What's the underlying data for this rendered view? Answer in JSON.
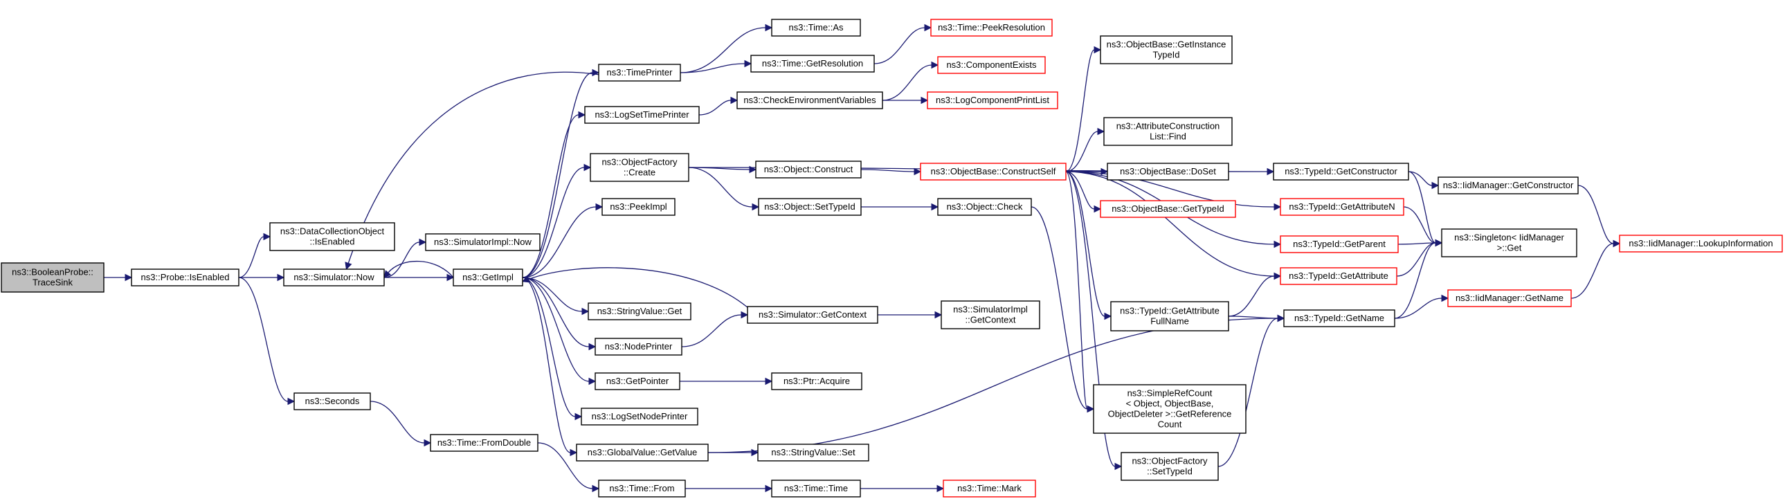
{
  "colors": {
    "edge": "#191970",
    "link_border": "#ff0000",
    "root_fill": "#bfbfbf",
    "border": "#000000"
  },
  "nodes": [
    {
      "id": "root",
      "lines": [
        "ns3::BooleanProbe::",
        "TraceSink"
      ],
      "style": "root"
    },
    {
      "id": "probe_isenabled",
      "lines": [
        "ns3::Probe::IsEnabled"
      ],
      "style": "normal"
    },
    {
      "id": "dco_isenabled",
      "lines": [
        "ns3::DataCollectionObject",
        "::IsEnabled"
      ],
      "style": "normal"
    },
    {
      "id": "sim_now",
      "lines": [
        "ns3::Simulator::Now"
      ],
      "style": "normal"
    },
    {
      "id": "simimpl_now",
      "lines": [
        "ns3::SimulatorImpl::Now"
      ],
      "style": "normal"
    },
    {
      "id": "seconds",
      "lines": [
        "ns3::Seconds"
      ],
      "style": "normal"
    },
    {
      "id": "time_fromdouble",
      "lines": [
        "ns3::Time::FromDouble"
      ],
      "style": "normal"
    },
    {
      "id": "time_from",
      "lines": [
        "ns3::Time::From"
      ],
      "style": "normal"
    },
    {
      "id": "time_time",
      "lines": [
        "ns3::Time::Time"
      ],
      "style": "normal"
    },
    {
      "id": "time_mark",
      "lines": [
        "ns3::Time::Mark"
      ],
      "style": "link"
    },
    {
      "id": "getimpl",
      "lines": [
        "ns3::GetImpl"
      ],
      "style": "normal"
    },
    {
      "id": "timeprinter",
      "lines": [
        "ns3::TimePrinter"
      ],
      "style": "normal"
    },
    {
      "id": "time_as",
      "lines": [
        "ns3::Time::As"
      ],
      "style": "normal"
    },
    {
      "id": "time_getres",
      "lines": [
        "ns3::Time::GetResolution"
      ],
      "style": "normal"
    },
    {
      "id": "time_peekres",
      "lines": [
        "ns3::Time::PeekResolution"
      ],
      "style": "link"
    },
    {
      "id": "logsettimeprinter",
      "lines": [
        "ns3::LogSetTimePrinter"
      ],
      "style": "normal"
    },
    {
      "id": "checkenv",
      "lines": [
        "ns3::CheckEnvironmentVariables"
      ],
      "style": "normal"
    },
    {
      "id": "compexists",
      "lines": [
        "ns3::ComponentExists"
      ],
      "style": "link"
    },
    {
      "id": "logcompprint",
      "lines": [
        "ns3::LogComponentPrintList"
      ],
      "style": "link"
    },
    {
      "id": "objfactory_create",
      "lines": [
        "ns3::ObjectFactory",
        "::Create"
      ],
      "style": "normal"
    },
    {
      "id": "peekimpl",
      "lines": [
        "ns3::PeekImpl"
      ],
      "style": "normal"
    },
    {
      "id": "obj_construct",
      "lines": [
        "ns3::Object::Construct"
      ],
      "style": "normal"
    },
    {
      "id": "obj_settypeid",
      "lines": [
        "ns3::Object::SetTypeId"
      ],
      "style": "normal"
    },
    {
      "id": "obj_check",
      "lines": [
        "ns3::Object::Check"
      ],
      "style": "normal"
    },
    {
      "id": "ob_constructself",
      "lines": [
        "ns3::ObjectBase::ConstructSelf"
      ],
      "style": "link"
    },
    {
      "id": "ob_getinstancetypeid",
      "lines": [
        "ns3::ObjectBase::GetInstance",
        "TypeId"
      ],
      "style": "normal"
    },
    {
      "id": "attrconstr_find",
      "lines": [
        "ns3::AttributeConstruction",
        "List::Find"
      ],
      "style": "normal"
    },
    {
      "id": "ob_doset",
      "lines": [
        "ns3::ObjectBase::DoSet"
      ],
      "style": "normal"
    },
    {
      "id": "ob_gettypeid",
      "lines": [
        "ns3::ObjectBase::GetTypeId"
      ],
      "style": "link"
    },
    {
      "id": "stringvalue_get",
      "lines": [
        "ns3::StringValue::Get"
      ],
      "style": "normal"
    },
    {
      "id": "nodeprinter",
      "lines": [
        "ns3::NodePrinter"
      ],
      "style": "normal"
    },
    {
      "id": "sim_getcontext",
      "lines": [
        "ns3::Simulator::GetContext"
      ],
      "style": "normal"
    },
    {
      "id": "simimpl_getcontext",
      "lines": [
        "ns3::SimulatorImpl",
        "::GetContext"
      ],
      "style": "normal"
    },
    {
      "id": "getpointer",
      "lines": [
        "ns3::GetPointer"
      ],
      "style": "normal"
    },
    {
      "id": "ptr_acquire",
      "lines": [
        "ns3::Ptr::Acquire"
      ],
      "style": "normal"
    },
    {
      "id": "logsetnodeprinter",
      "lines": [
        "ns3::LogSetNodePrinter"
      ],
      "style": "normal"
    },
    {
      "id": "globalvalue_getvalue",
      "lines": [
        "ns3::GlobalValue::GetValue"
      ],
      "style": "normal"
    },
    {
      "id": "stringvalue_set",
      "lines": [
        "ns3::StringValue::Set"
      ],
      "style": "normal"
    },
    {
      "id": "typeid_getattrfullname",
      "lines": [
        "ns3::TypeId::GetAttribute",
        "FullName"
      ],
      "style": "normal"
    },
    {
      "id": "simplerefcount",
      "lines": [
        "ns3::SimpleRefCount",
        "< Object, ObjectBase,",
        "ObjectDeleter >::GetReference",
        "Count"
      ],
      "style": "normal"
    },
    {
      "id": "objfactory_settypeid",
      "lines": [
        "ns3::ObjectFactory",
        "::SetTypeId"
      ],
      "style": "normal"
    },
    {
      "id": "typeid_getconstructor",
      "lines": [
        "ns3::TypeId::GetConstructor"
      ],
      "style": "normal"
    },
    {
      "id": "typeid_getattributen",
      "lines": [
        "ns3::TypeId::GetAttributeN"
      ],
      "style": "link"
    },
    {
      "id": "typeid_getparent",
      "lines": [
        "ns3::TypeId::GetParent"
      ],
      "style": "link"
    },
    {
      "id": "typeid_getattribute",
      "lines": [
        "ns3::TypeId::GetAttribute"
      ],
      "style": "link"
    },
    {
      "id": "typeid_getname",
      "lines": [
        "ns3::TypeId::GetName"
      ],
      "style": "normal"
    },
    {
      "id": "iidmgr_getconstructor",
      "lines": [
        "ns3::IidManager::GetConstructor"
      ],
      "style": "normal"
    },
    {
      "id": "singleton_get",
      "lines": [
        "ns3::Singleton< IidManager",
        " >::Get"
      ],
      "style": "normal"
    },
    {
      "id": "iidmgr_getname",
      "lines": [
        "ns3::IidManager::GetName"
      ],
      "style": "link"
    },
    {
      "id": "iidmgr_lookupinfo",
      "lines": [
        "ns3::IidManager::LookupInformation"
      ],
      "style": "link"
    }
  ],
  "edges": [
    [
      "root",
      "probe_isenabled"
    ],
    [
      "probe_isenabled",
      "dco_isenabled"
    ],
    [
      "probe_isenabled",
      "sim_now"
    ],
    [
      "probe_isenabled",
      "seconds"
    ],
    [
      "sim_now",
      "simimpl_now"
    ],
    [
      "sim_now",
      "getimpl"
    ],
    [
      "seconds",
      "time_fromdouble"
    ],
    [
      "time_fromdouble",
      "time_from"
    ],
    [
      "time_from",
      "time_time"
    ],
    [
      "time_time",
      "time_mark"
    ],
    [
      "getimpl",
      "sim_now"
    ],
    [
      "getimpl",
      "timeprinter"
    ],
    [
      "getimpl",
      "logsettimeprinter"
    ],
    [
      "getimpl",
      "objfactory_create"
    ],
    [
      "getimpl",
      "peekimpl"
    ],
    [
      "getimpl",
      "stringvalue_get"
    ],
    [
      "getimpl",
      "nodeprinter"
    ],
    [
      "getimpl",
      "getpointer"
    ],
    [
      "getimpl",
      "logsetnodeprinter"
    ],
    [
      "getimpl",
      "globalvalue_getvalue"
    ],
    [
      "timeprinter",
      "sim_now"
    ],
    [
      "timeprinter",
      "time_as"
    ],
    [
      "timeprinter",
      "time_getres"
    ],
    [
      "time_getres",
      "time_peekres"
    ],
    [
      "logsettimeprinter",
      "checkenv"
    ],
    [
      "checkenv",
      "compexists"
    ],
    [
      "checkenv",
      "logcompprint"
    ],
    [
      "objfactory_create",
      "obj_construct"
    ],
    [
      "objfactory_create",
      "obj_settypeid"
    ],
    [
      "objfactory_create",
      "typeid_getconstructor"
    ],
    [
      "obj_construct",
      "ob_constructself"
    ],
    [
      "obj_settypeid",
      "obj_check"
    ],
    [
      "obj_check",
      "simplerefcount"
    ],
    [
      "ob_constructself",
      "ob_getinstancetypeid"
    ],
    [
      "ob_constructself",
      "attrconstr_find"
    ],
    [
      "ob_constructself",
      "ob_doset"
    ],
    [
      "ob_constructself",
      "ob_gettypeid"
    ],
    [
      "ob_constructself",
      "typeid_getattrfullname"
    ],
    [
      "ob_constructself",
      "typeid_getattributen"
    ],
    [
      "ob_constructself",
      "typeid_getparent"
    ],
    [
      "ob_constructself",
      "typeid_getattribute"
    ],
    [
      "ob_constructself",
      "simplerefcount"
    ],
    [
      "ob_constructself",
      "objfactory_settypeid"
    ],
    [
      "nodeprinter",
      "sim_getcontext"
    ],
    [
      "sim_getcontext",
      "getimpl"
    ],
    [
      "sim_getcontext",
      "simimpl_getcontext"
    ],
    [
      "getpointer",
      "ptr_acquire"
    ],
    [
      "globalvalue_getvalue",
      "stringvalue_set"
    ],
    [
      "globalvalue_getvalue",
      "typeid_getname"
    ],
    [
      "typeid_getattrfullname",
      "typeid_getattribute"
    ],
    [
      "typeid_getattrfullname",
      "typeid_getname"
    ],
    [
      "objfactory_settypeid",
      "typeid_getname"
    ],
    [
      "typeid_getconstructor",
      "iidmgr_getconstructor"
    ],
    [
      "typeid_getconstructor",
      "singleton_get"
    ],
    [
      "typeid_getattributen",
      "singleton_get"
    ],
    [
      "typeid_getparent",
      "singleton_get"
    ],
    [
      "typeid_getattribute",
      "singleton_get"
    ],
    [
      "typeid_getname",
      "singleton_get"
    ],
    [
      "typeid_getname",
      "iidmgr_getname"
    ],
    [
      "iidmgr_getconstructor",
      "iidmgr_lookupinfo"
    ],
    [
      "iidmgr_getname",
      "iidmgr_lookupinfo"
    ]
  ]
}
